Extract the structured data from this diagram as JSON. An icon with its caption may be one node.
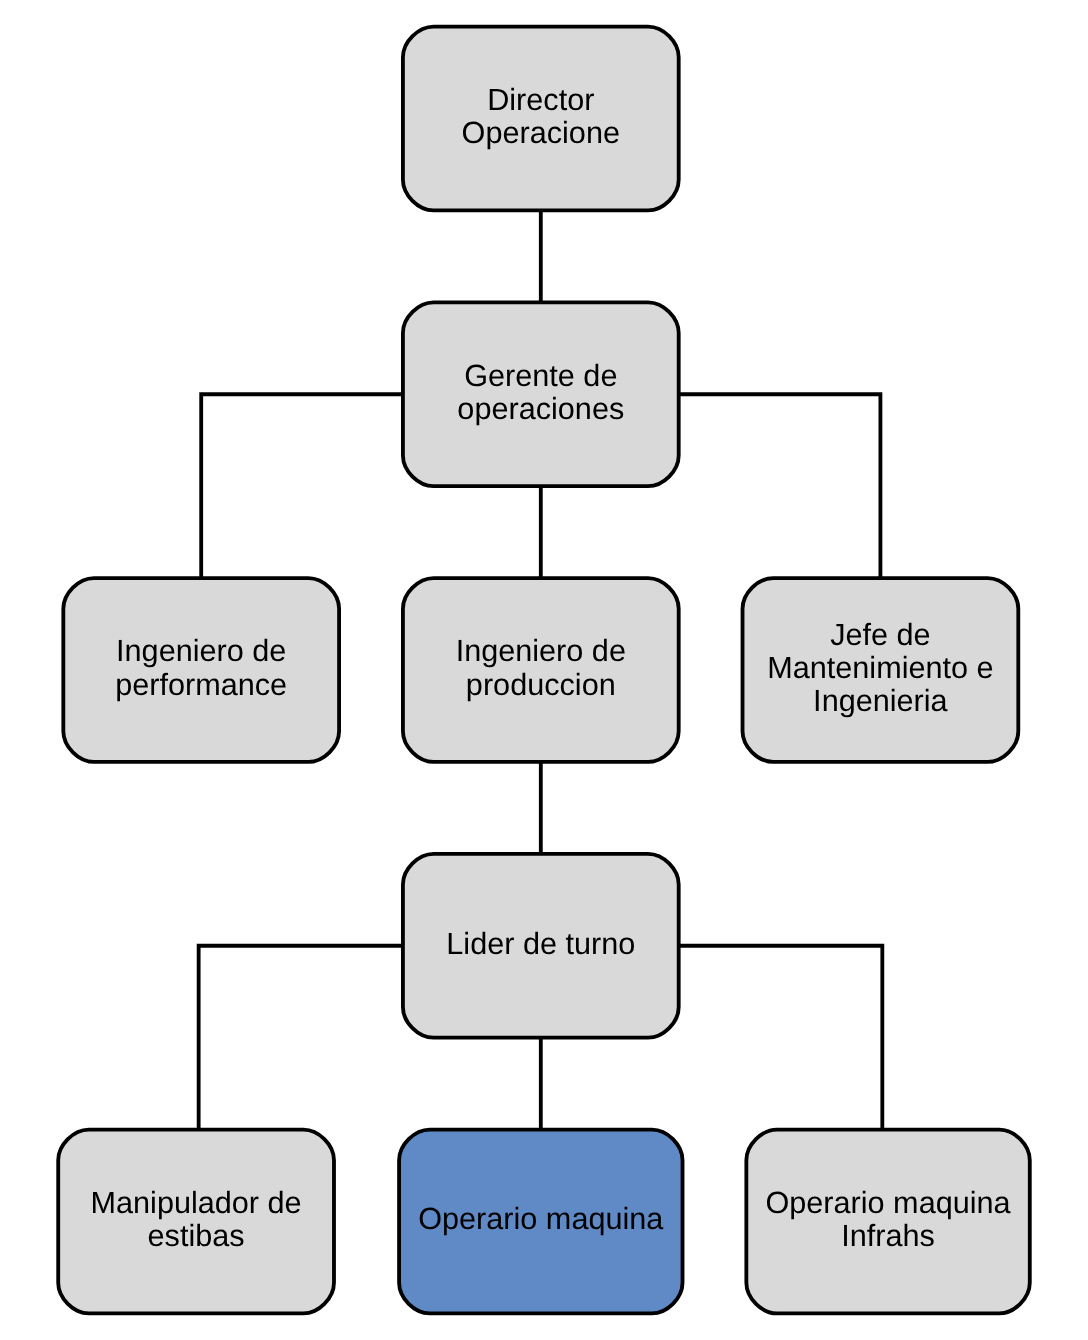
{
  "diagram": {
    "nodes": [
      {
        "text": [
          "Director Operacione"
        ]
      },
      {
        "text": [
          "Gerente de operaciones"
        ]
      },
      {
        "text": [
          "Ingeniero de performance"
        ]
      },
      {
        "text": [
          "Ingeniero de produccion"
        ]
      },
      {
        "text": [
          "Jefe de Mantenimiento e Ingenieria"
        ]
      },
      {
        "text": [
          "Lider de turno"
        ]
      },
      {
        "text": [
          "Manipulador de estibas"
        ]
      },
      {
        "text": [
          "Operario maquina"
        ]
      },
      {
        "text": [
          "Operario maquina Infrahs"
        ]
      }
    ],
    "edges": [
      {
        "from": 0,
        "to": 1,
        "arrow": "none"
      },
      {
        "from": 1,
        "to": 2,
        "arrow": "none"
      },
      {
        "from": 1,
        "to": 3,
        "arrow": "none"
      },
      {
        "from": 1,
        "to": 4,
        "arrow": "none"
      },
      {
        "from": 3,
        "to": 5,
        "arrow": "none"
      },
      {
        "from": 5,
        "to": 6,
        "arrow": "none"
      },
      {
        "from": 5,
        "to": 7,
        "arrow": "none"
      },
      {
        "from": 5,
        "to": 8,
        "arrow": "none"
      }
    ]
  }
}
